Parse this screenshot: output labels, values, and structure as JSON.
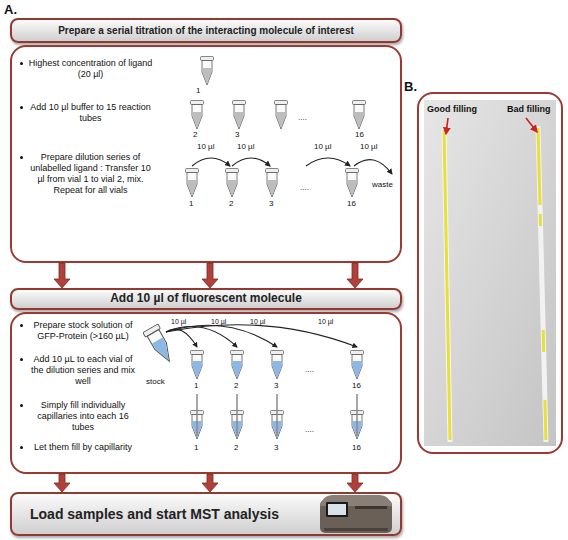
{
  "diagram": {
    "nodes": [
      {
        "text": [
          "Prepare a serial titration of the interacting molecule of interest"
        ]
      },
      {
        "text": [
          "Highest concentration of ligand (20 µl)",
          "Add 10 µl buffer to 15 reaction tubes",
          "Prepare dilution series of unlabelled ligand : Transfer 10 µl from vial 1 to vial 2, mix. Repeat for all vials"
        ]
      },
      {
        "text": [
          "Add 10 µl of fluorescent molecule"
        ]
      },
      {
        "text": [
          "Prepare stock solution of GFP-Protein (>160 µL)",
          "Add 10 µL to each vial of the dilution series and mix well",
          "Simply fill individually capillaries into each 16 tubes",
          "Let them fill by capillarity"
        ]
      },
      {
        "text": [
          "Load samples and start MST analysis"
        ]
      },
      {
        "text": [
          "Good filling",
          "Bad filling"
        ]
      }
    ],
    "edges": [
      {
        "from": 1,
        "to": 2,
        "arrow": "to"
      },
      {
        "from": 1,
        "to": 2,
        "arrow": "to"
      },
      {
        "from": 1,
        "to": 2,
        "arrow": "to"
      },
      {
        "from": 3,
        "to": 4,
        "arrow": "to"
      },
      {
        "from": 3,
        "to": 4,
        "arrow": "to"
      },
      {
        "from": 3,
        "to": 4,
        "arrow": "to"
      }
    ],
    "labels": [
      "A.",
      "1",
      "2",
      "3",
      "....",
      "16",
      "10 µl",
      "10 µl",
      "10 µl",
      "10 µl",
      "1",
      "2",
      "3",
      "....",
      "16",
      "waste",
      "stock",
      "10 µl",
      "10 µl",
      "10 µl",
      "10 µl",
      "1",
      "2",
      "3",
      "....",
      "16",
      "1",
      "2",
      "3",
      "....",
      "16",
      "B."
    ]
  }
}
